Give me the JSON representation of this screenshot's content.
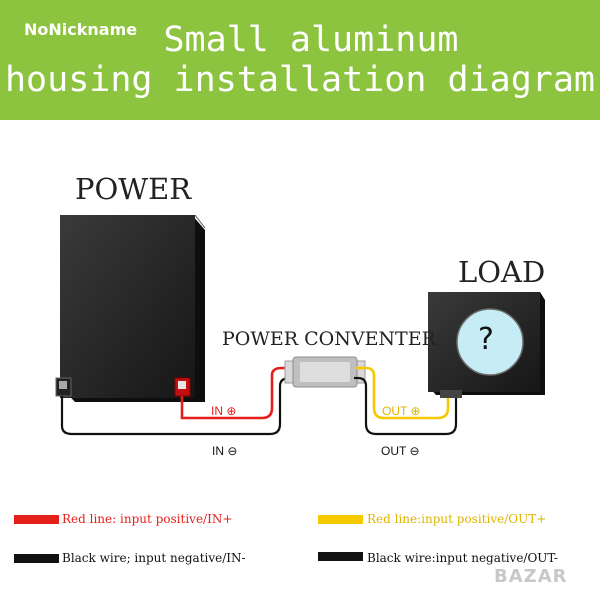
{
  "header": {
    "watermark": "NoNickname",
    "title_line1": "Small aluminum",
    "title_line2": "housing installation diagram"
  },
  "diagram": {
    "power_label": "POWER",
    "converter_label": "POWER CONVENTER",
    "load_label": "LOAD",
    "load_symbol": "?",
    "in_positive": "IN ⊕",
    "in_negative": "IN ⊖",
    "out_positive": "OUT ⊕",
    "out_negative": "OUT ⊖"
  },
  "legend": {
    "red": "Red line: input positive/IN+",
    "black_in": "Black wire; input negative/IN-",
    "yellow": "Red line:input positive/OUT+",
    "black_out": "Black wire:input negative/OUT-"
  },
  "colors": {
    "header": "#8cc33f",
    "red_wire": "#e5201b",
    "yellow_wire": "#f5c800",
    "black_wire": "#111111",
    "load_screen": "#c6ecf6"
  },
  "watermark_bottom": "BAZAR"
}
